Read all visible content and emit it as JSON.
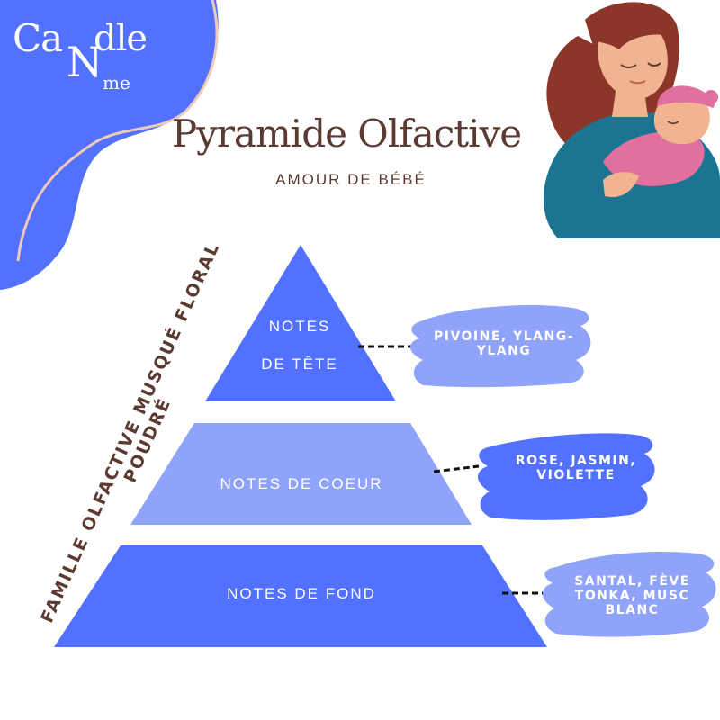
{
  "brand": {
    "logo_part1": "Ca",
    "logo_part2": "N",
    "logo_part3": "dle",
    "logo_part4": "me"
  },
  "header": {
    "title": "Pyramide Olfactive",
    "subtitle": "AMOUR DE BÉBÉ"
  },
  "pyramid": {
    "top": {
      "label_line1": "NOTES",
      "label_line2": "DE TÊTE"
    },
    "middle": {
      "label": "NOTES DE COEUR"
    },
    "bottom": {
      "label": "NOTES DE FOND"
    }
  },
  "notes": {
    "top_line1": "PIVOINE, YLANG-",
    "top_line2": "YLANG",
    "middle_line1": "ROSE, JASMIN,",
    "middle_line2": "VIOLETTE",
    "bottom_line1": "SANTAL, FÈVE",
    "bottom_line2": "TONKA, MUSC",
    "bottom_line3": "BLANC"
  },
  "family": {
    "line1": "FAMILLE OLFACTIVE MUSQUÉ FLORAL",
    "line2": "POUDRÉ"
  },
  "colors": {
    "primary_blue": "#5271ff",
    "light_blue": "#8fa3fa",
    "brown": "#5b3a31",
    "accent_teal": "#1b7592",
    "accent_pink": "#e0709d"
  },
  "icons": {
    "illustration": "mother-and-baby-illustration"
  }
}
